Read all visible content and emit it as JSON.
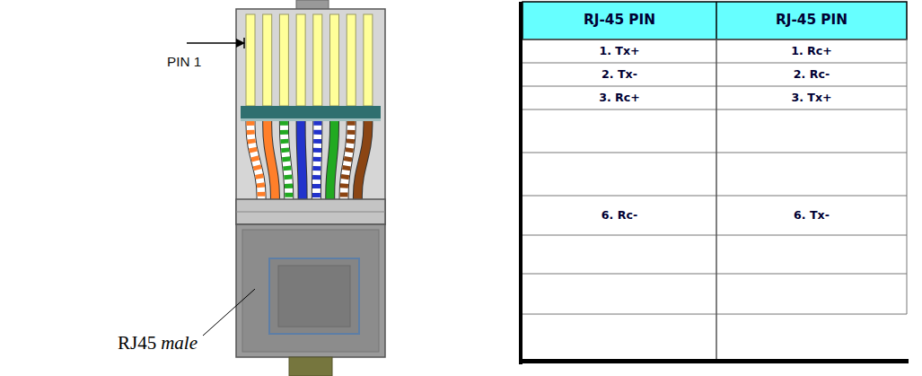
{
  "diagram": {
    "labels": [
      "PIN 1",
      "RJ45",
      "male",
      "RJ-45 PIN",
      "RJ-45 PIN",
      "1. Tx+",
      "1. Rc+",
      "2. Tx-",
      "2. Rc-",
      "3. Rc+",
      "3. Tx+",
      "6. Rc-",
      "6. Tx-"
    ]
  }
}
